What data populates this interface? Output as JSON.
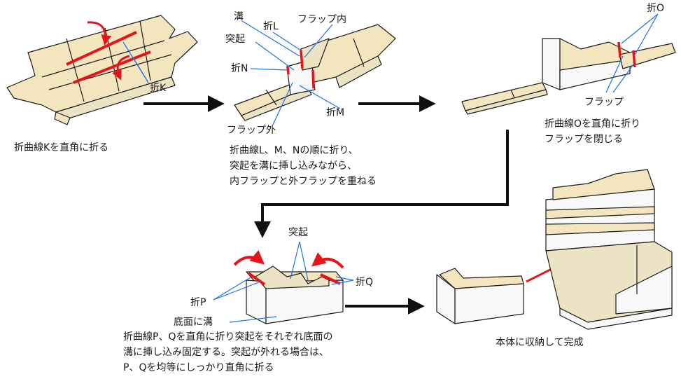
{
  "labels": {
    "fold_k": "折K",
    "mizo": "溝",
    "fold_l": "折L",
    "flap_inner": "フラップ内",
    "tokki": "突起",
    "fold_n": "折N",
    "fold_m": "折M",
    "flap_outer": "フラップ外",
    "fold_o": "折O",
    "flap": "フラップ",
    "tokki_2": "突起",
    "fold_q": "折Q",
    "fold_p": "折P",
    "bottom_groove": "底面に溝"
  },
  "captions": {
    "step1": "折曲線Kを直角に折る",
    "step2": [
      "折曲線L、M、Nの順に折り、",
      "突起を溝に挿し込みながら、",
      "内フラップと外フラップを重ねる"
    ],
    "step3": [
      "折曲線Oを直角に折り",
      "フラップを閉じる"
    ],
    "step4": [
      "折曲線P、Qを直角に折り突起をそれぞれ底面の",
      "溝に挿し込み固定する。突起が外れる場合は、",
      "P、Qを均等にしっかり直角に折る"
    ],
    "step5": "本体に収納して完成"
  },
  "colors": {
    "cardboard": "#f3e6bf",
    "cardboard_side": "#ece2c4",
    "white_face": "#f8f8f8",
    "fold_line": "#e8141b",
    "leader_line": "#1a73e8",
    "arrow": "#111111",
    "outline": "#1a1a1a"
  }
}
